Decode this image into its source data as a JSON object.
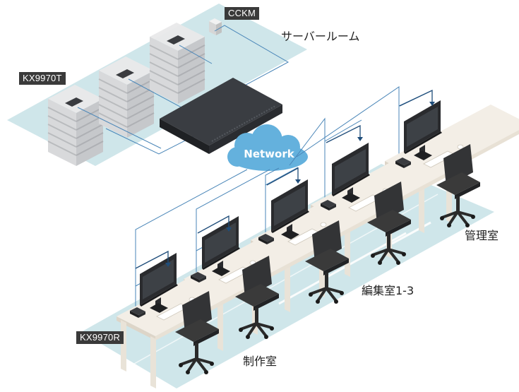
{
  "labels": {
    "cckm": "CCKM",
    "kx9970t": "KX9970T",
    "kx9970r": "KX9970R"
  },
  "rooms": {
    "server_room": "サーバールーム",
    "management_room": "管理室",
    "editing_rooms": "編集室1-3",
    "production_room": "制作室"
  },
  "network": {
    "label": "Network"
  },
  "colors": {
    "floor": "#cfe6ea",
    "floor_edge": "#9fcbd3",
    "cable": "#4a86b8",
    "arrow": "#1f4d7a",
    "cloud": "#64b1dd",
    "switch": "#2f3236",
    "desk_top": "#f3eee6",
    "desk_side": "#d9d1c4",
    "monitor": "#2a2b2e",
    "chair": "#3a3a3a",
    "tag_bg": "#3a3a3a"
  },
  "icons": [
    "server-rack-icon",
    "network-switch-icon",
    "network-cloud-icon",
    "monitor-icon",
    "kvm-receiver-icon",
    "office-chair-icon",
    "keyboard-icon",
    "mouse-icon"
  ]
}
